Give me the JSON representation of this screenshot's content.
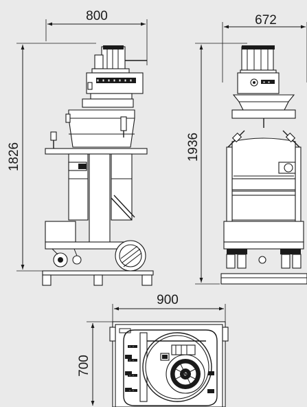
{
  "dimensions": {
    "side_width": "800",
    "side_height": "1826",
    "front_width": "672",
    "front_height": "1936",
    "top_width": "900",
    "top_depth": "700"
  },
  "colors": {
    "background": "#eaeaea",
    "line": "#1a1a1a"
  }
}
